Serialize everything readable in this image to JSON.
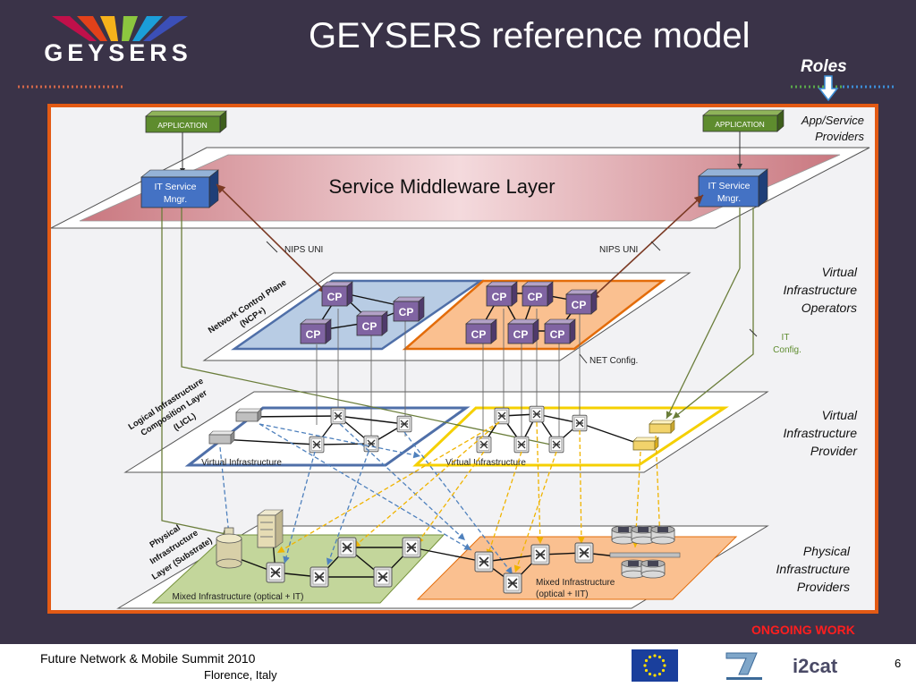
{
  "slide": {
    "title": "GEYSERS reference model",
    "logo_text": "GEYSERS",
    "roles_label": "Roles",
    "ongoing_work": "ONGOING WORK",
    "footer": {
      "event": "Future Network & Mobile Summit 2010",
      "location": "Florence, Italy",
      "page_number": "6",
      "partner_logo_text": "i2cat"
    }
  },
  "diagram": {
    "application_label": "APPLICATION",
    "it_service_mngr": [
      "IT Service",
      "Mngr."
    ],
    "service_middleware_layer": "Service Middleware Layer",
    "nips_uni": "NIPS UNI",
    "net_config": "NET Config.",
    "it_config": [
      "IT",
      "Config."
    ],
    "cp_label": "CP",
    "ncp_label": [
      "Network Control Plane",
      "(NCP+)"
    ],
    "licl_label": [
      "Logical Infrastructure",
      "Composition Layer",
      "(LICL)"
    ],
    "physical_layer_label": [
      "Physical",
      "Infrastructure",
      "Layer (Substrate)"
    ],
    "virtual_infrastructure": "Virtual Infrastructure",
    "mixed_left": "Mixed Infrastructure (optical + IT)",
    "mixed_right": [
      "Mixed Infrastructure",
      "(optical + IIT)"
    ],
    "roles": {
      "app_service": [
        "App/Service",
        "Providers"
      ],
      "vio": [
        "Virtual",
        "Infrastructure",
        "Operators"
      ],
      "vip": [
        "Virtual",
        "Infrastructure",
        "Provider"
      ],
      "pip": [
        "Physical",
        "Infrastructure",
        "Providers"
      ]
    }
  },
  "colors": {
    "background": "#3a3348",
    "frame_border": "#e35a14",
    "middleware": "#d9939a",
    "app_box": "#5e8c2e",
    "it_mngr": "#4472c4",
    "cp_box": "#8064a2",
    "blue_domain": "#b8cce4",
    "orange_domain": "#fac090",
    "green_substrate": "#c3d69b",
    "ongoing": "#ff1e1e"
  }
}
